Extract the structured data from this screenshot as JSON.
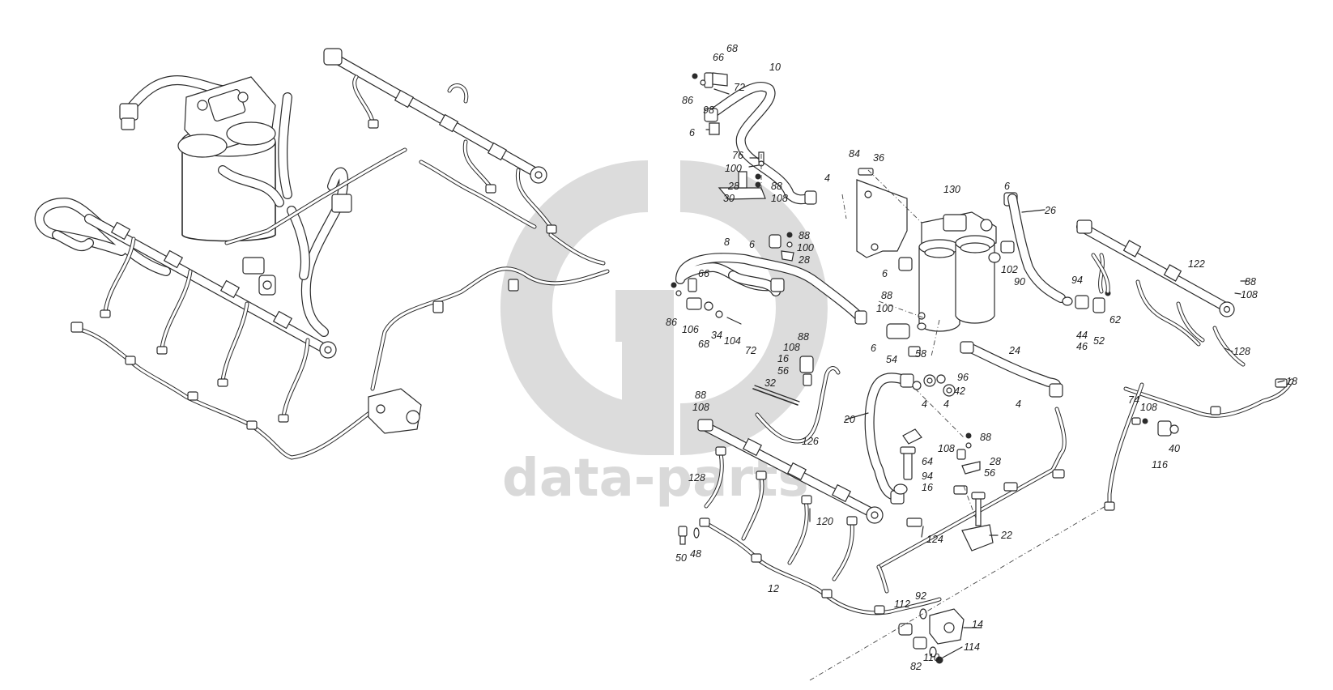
{
  "watermark": {
    "text": "data-parts",
    "color": "#d9d9d9"
  },
  "callouts": {
    "p4a": "4",
    "p4b": "4",
    "p4c": "4",
    "p4d": "4",
    "p6a": "6",
    "p6b": "6",
    "p6c": "6",
    "p6d": "6",
    "p6e": "6",
    "p8": "8",
    "p10": "10",
    "p12": "12",
    "p14": "14",
    "p16a": "16",
    "p16b": "16",
    "p18": "18",
    "p20": "20",
    "p22": "22",
    "p24": "24",
    "p26": "26",
    "p28a": "28",
    "p28b": "28",
    "p28c": "28",
    "p30": "30",
    "p32": "32",
    "p34": "34",
    "p36": "36",
    "p40": "40",
    "p42": "42",
    "p44": "44",
    "p46": "46",
    "p48": "48",
    "p50": "50",
    "p52": "52",
    "p54": "54",
    "p56a": "56",
    "p56b": "56",
    "p58": "58",
    "p62": "62",
    "p64": "64",
    "p66a": "66",
    "p66b": "66",
    "p68a": "68",
    "p68b": "68",
    "p72a": "72",
    "p72b": "72",
    "p74": "74",
    "p76": "76",
    "p82": "82",
    "p84": "84",
    "p86a": "86",
    "p86b": "86",
    "p88a": "88",
    "p88b": "88",
    "p88c": "88",
    "p88d": "88",
    "p88e": "88",
    "p88f": "88",
    "p88g": "88",
    "p90": "90",
    "p92": "92",
    "p94a": "94",
    "p94b": "94",
    "p96": "96",
    "p98": "98",
    "p100a": "100",
    "p100b": "100",
    "p100c": "100",
    "p102": "102",
    "p104": "104",
    "p106": "106",
    "p108a": "108",
    "p108b": "108",
    "p108c": "108",
    "p108d": "108",
    "p108e": "108",
    "p108f": "108",
    "p110": "110",
    "p112": "112",
    "p114": "114",
    "p116": "116",
    "p120": "120",
    "p122": "122",
    "p124": "124",
    "p126": "126",
    "p128a": "128",
    "p128b": "128",
    "p130": "130"
  }
}
